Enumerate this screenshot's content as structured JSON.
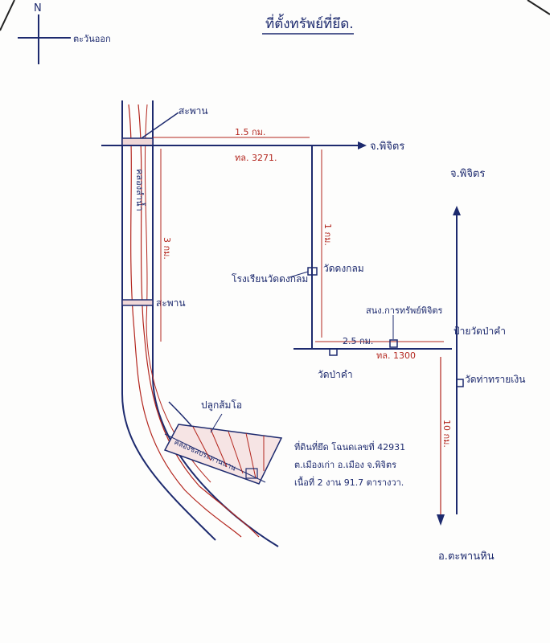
{
  "title": "ที่ตั้งทรัพย์ที่ยึด.",
  "compass": {
    "north": "N",
    "east": "ตะวันออก"
  },
  "labels": {
    "bridge_top": "สะพาน",
    "bridge_mid": "สะพาน",
    "dist_top": "1.5 กม.",
    "road_top": "ทล. 3271.",
    "to_phichit_top": "จ.พิจิตร",
    "to_phichit_right": "จ.พิจิตร",
    "river": "คลองลำน้ำ",
    "dist_left_vert": "3 กม.",
    "dist_mid_vert": "1 กม.",
    "school": "โรงเรียนวัดดงกลม",
    "temple_dongklom": "วัดดงกลม",
    "office": "สนง.การทรัพย์พิจิตร",
    "sign_pakho": "ป้ายวัดป่าคำ",
    "dist_bottom": "2.5 กม.",
    "road_bottom": "ทล. 1300",
    "temple_pakham": "วัดป่าคำ",
    "temple_right": "วัดท่าทรายเงิน",
    "dist_right_vert": "10 กม.",
    "fruit": "ปลูกส้มโอ",
    "canal": "คลองชลประทานนาน",
    "property_desc": [
      "ที่ดินที่ยึด โฉนดเลขที่ 42931",
      "ต.เมืองเก่า อ.เมือง จ.พิจิตร",
      "เนื้อที่ 2 งาน 91.7 ตารางวา."
    ],
    "to_taphan": "อ.ตะพานหิน"
  }
}
